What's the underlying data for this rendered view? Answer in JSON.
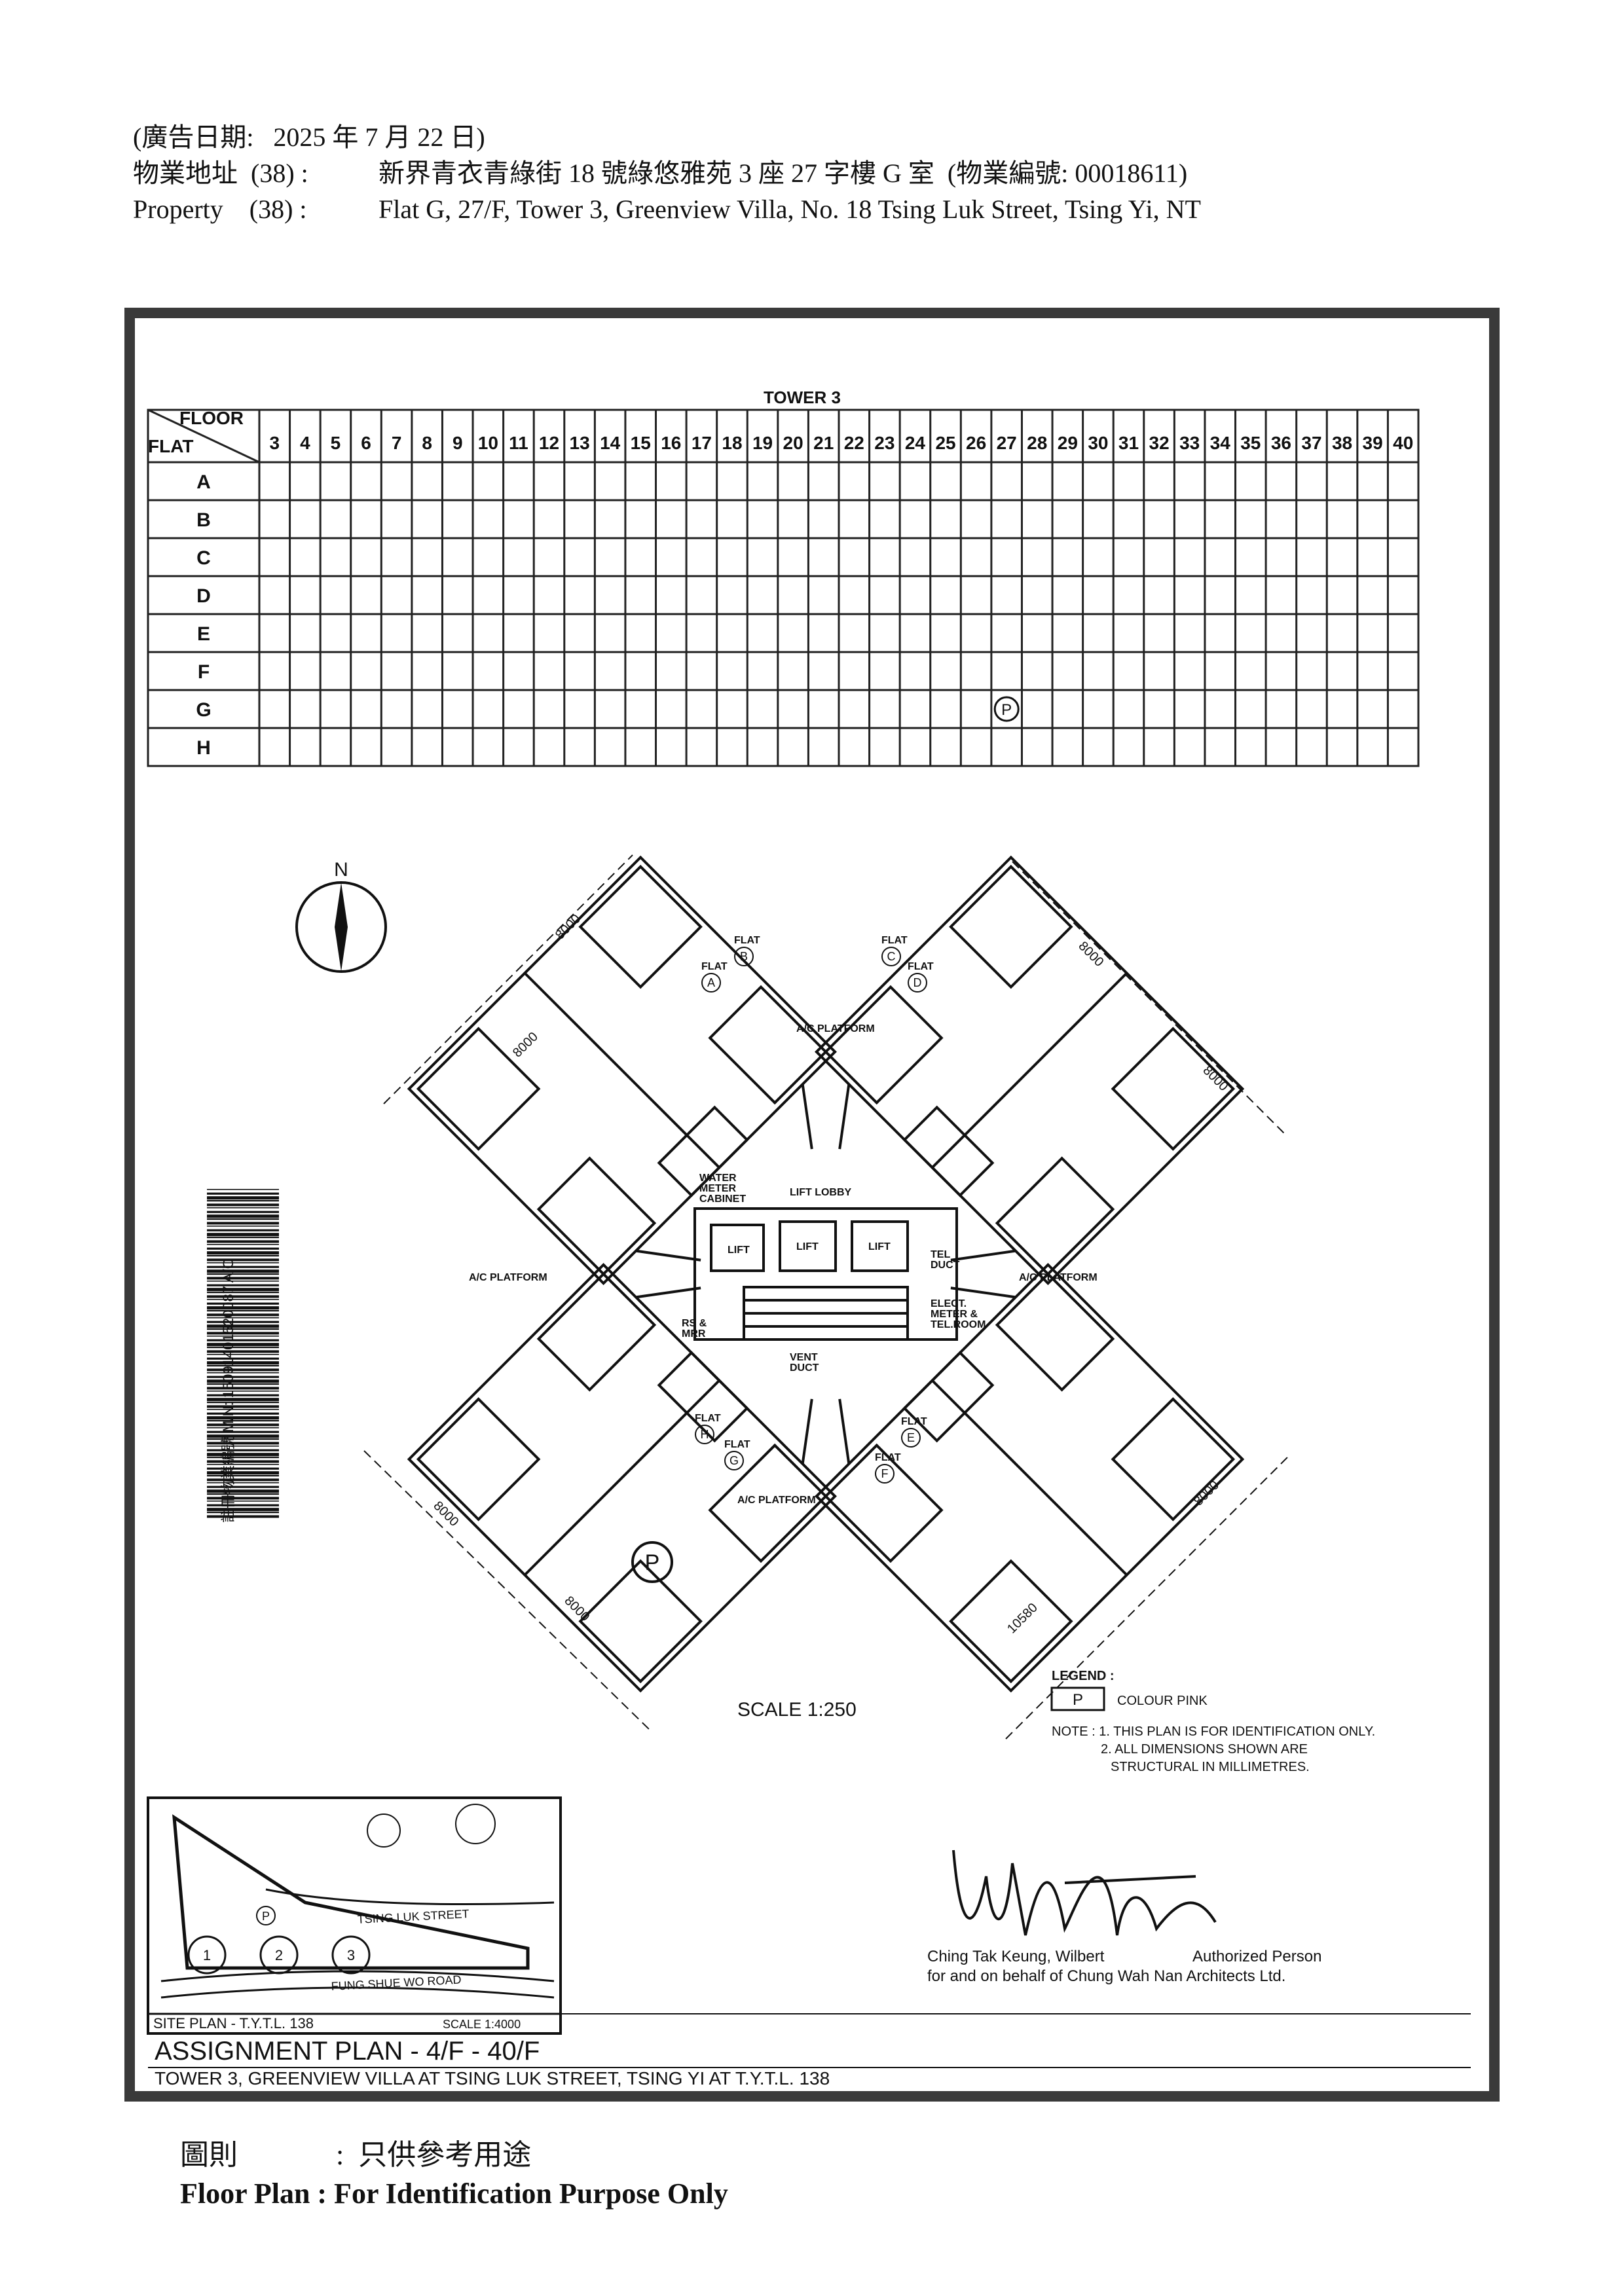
{
  "header": {
    "ad_date_line": "(廣告日期:   2025 年 7 月 22 日)",
    "address_cn_label": "物業地址  (38) :",
    "address_cn": "新界青衣青綠街 18 號綠悠雅苑 3 座 27 字樓 G 室  (物業編號: 00018611)",
    "address_en_label": "Property    (38) :",
    "address_en": "Flat G, 27/F, Tower 3, Greenview Villa, No. 18 Tsing Luk Street, Tsing Yi, NT"
  },
  "table": {
    "tower_label": "TOWER 3",
    "floor_label": "FLOOR",
    "flat_label": "FLAT",
    "floors": [
      "3",
      "4",
      "5",
      "6",
      "7",
      "8",
      "9",
      "10",
      "11",
      "12",
      "13",
      "14",
      "15",
      "16",
      "17",
      "18",
      "19",
      "20",
      "21",
      "22",
      "23",
      "24",
      "25",
      "26",
      "27",
      "28",
      "29",
      "30",
      "31",
      "32",
      "33",
      "34",
      "35",
      "36",
      "37",
      "38",
      "39",
      "40"
    ],
    "flats": [
      "A",
      "B",
      "C",
      "D",
      "E",
      "F",
      "G",
      "H"
    ],
    "marked_floor": "27",
    "marked_flat": "G",
    "mark_symbol": "P"
  },
  "plan": {
    "north": "N",
    "flats": [
      "A",
      "B",
      "C",
      "D",
      "E",
      "F",
      "G",
      "H"
    ],
    "flat_word": "FLAT",
    "ac_platform": "A/C PLATFORM",
    "lift_lobby": "LIFT LOBBY",
    "lift": "LIFT",
    "water_meter": [
      "WATER",
      "METER",
      "CABINET"
    ],
    "tel_duct": [
      "TEL",
      "DUCT"
    ],
    "elect_room": [
      "ELECT.",
      "METER &",
      "TEL.ROOM"
    ],
    "rs_mrr": [
      "RS &",
      "MRR"
    ],
    "vent_duct": [
      "VENT",
      "DUCT"
    ],
    "dims": [
      "8000",
      "8000",
      "8000",
      "8000",
      "8000",
      "8000",
      "8000",
      "10580"
    ],
    "scale": "SCALE 1:250",
    "barcode_text": "註冊物業編號 M/N: 15091401520087  A/C"
  },
  "legend": {
    "title": "LEGEND :",
    "symbol": "P",
    "colour": "COLOUR PINK",
    "note1": "NOTE : 1. THIS PLAN IS FOR IDENTIFICATION ONLY.",
    "note2": "2. ALL DIMENSIONS SHOWN ARE",
    "note3": "STRUCTURAL IN MILLIMETRES."
  },
  "site_plan": {
    "label": "SITE PLAN - T.Y.T.L. 138",
    "scale": "SCALE 1:4000",
    "street1": "TSING LUK STREET",
    "street2": "FUNG SHUE WO ROAD",
    "towers": [
      "1",
      "2",
      "3"
    ],
    "mark": "P"
  },
  "signature": {
    "name": "Ching Tak Keung, Wilbert",
    "role": "Authorized Person",
    "firm": "for and on behalf of Chung Wah Nan Architects Ltd."
  },
  "title_block": {
    "title": "ASSIGNMENT  PLAN  -  4/F - 40/F",
    "subtitle": "TOWER 3,  GREENVIEW VILLA AT TSING LUK STREET,  TSING YI AT T.Y.T.L. 138"
  },
  "footer": {
    "cn_label": "圖則",
    "cn_text": ":  只供參考用途",
    "en_text": "Floor Plan : For Identification Purpose Only"
  }
}
